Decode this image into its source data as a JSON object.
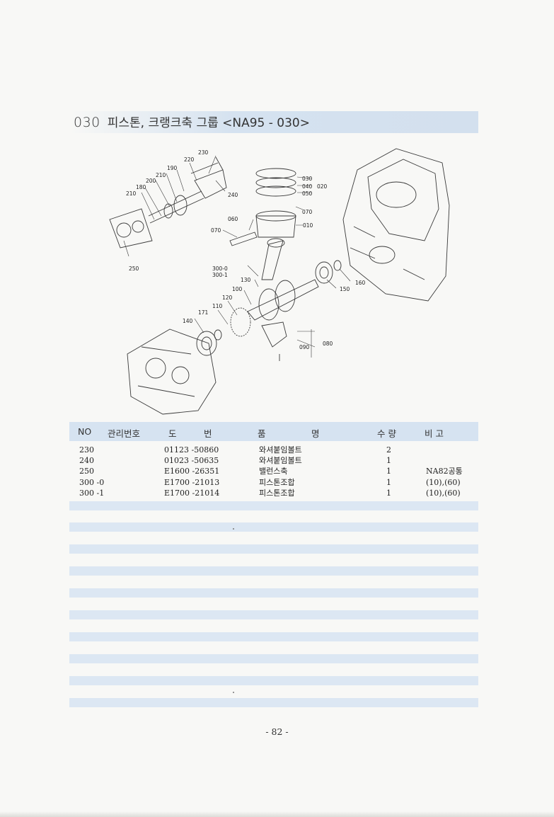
{
  "section": {
    "number": "030",
    "title": "피스톤, 크랭크축 그룹 <NA95 - 030>"
  },
  "diagram_labels": {
    "l230": "230",
    "l220": "220",
    "l190": "190",
    "l210a": "210",
    "l200": "200",
    "l180": "180",
    "l210b": "210",
    "l240": "240",
    "l250": "250",
    "l030": "030",
    "l040": "040",
    "l050": "050",
    "l020": "020",
    "l070a": "070",
    "l060": "060",
    "l070b": "070",
    "l010": "010",
    "l300_0": "300-0",
    "l300_1": "300-1",
    "l130": "130",
    "l100": "100",
    "l120": "120",
    "l110": "110",
    "l171": "171",
    "l140": "140",
    "l150": "150",
    "l160": "160",
    "l090": "090",
    "l080": "080"
  },
  "table": {
    "headers": {
      "no": "NO",
      "mgmt": "관리번호",
      "drawing_1": "도",
      "drawing_2": "번",
      "name_1": "품",
      "name_2": "명",
      "qty": "수 량",
      "note": "비 고"
    },
    "rows": [
      {
        "no": "230",
        "code": "01123 -50860",
        "name": "와셔붙임볼트",
        "qty": "2",
        "note": ""
      },
      {
        "no": "240",
        "code": "01023 -50635",
        "name": "와셔붙임볼트",
        "qty": "1",
        "note": ""
      },
      {
        "no": "250",
        "code": "E1600 -26351",
        "name": "밸런스축",
        "qty": "1",
        "note": "NA82공통"
      },
      {
        "no": "300 -0",
        "code": "E1700 -21013",
        "name": "피스톤조합",
        "qty": "1",
        "note": "(10),(60)"
      },
      {
        "no": "300 -1",
        "code": "E1700 -21014",
        "name": "피스톤조합",
        "qty": "1",
        "note": "(10),(60)"
      }
    ]
  },
  "page_number": "- 82 -"
}
